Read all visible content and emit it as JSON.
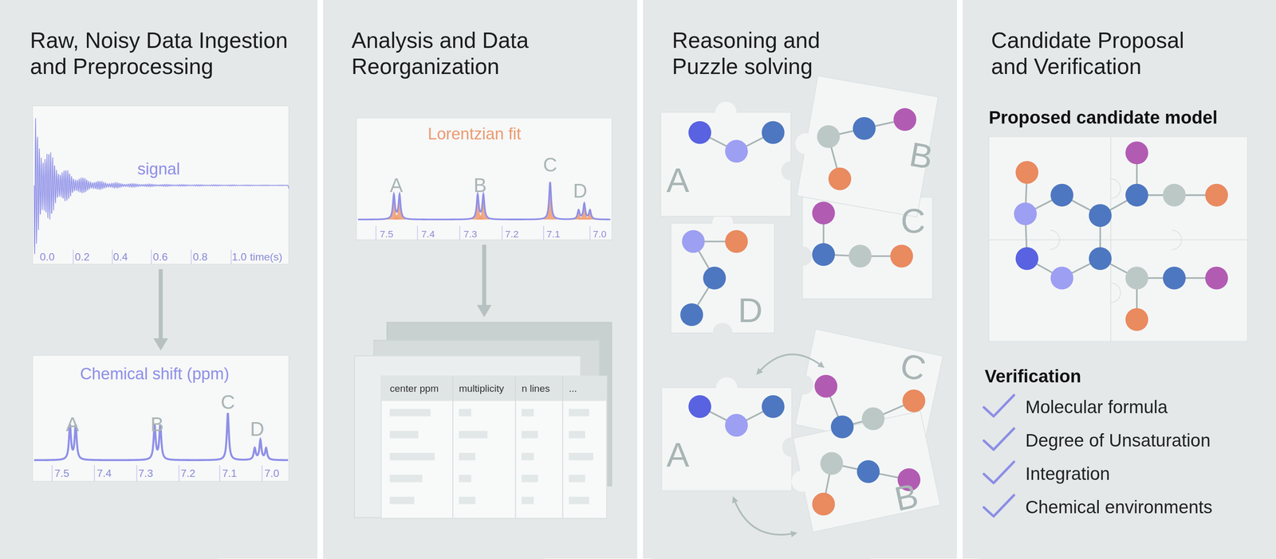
{
  "diagram": {
    "nodes": [
      {
        "text": [
          "Raw, Noisy Data Ingestion and Preprocessing"
        ]
      },
      {
        "text": [
          "signal"
        ],
        "in": 0
      },
      {
        "text": [
          "Chemical shift (ppm)"
        ],
        "in": 0
      },
      {
        "text": [
          "Analysis and Data Reorganization"
        ]
      },
      {
        "text": [
          "Lorentzian fit"
        ],
        "in": 3
      },
      {
        "text": [
          "center ppm",
          "multiplicity",
          "n lines",
          "..."
        ],
        "in": 3
      },
      {
        "text": [
          "Reasoning and Puzzle solving"
        ]
      },
      {
        "text": [
          "Candidate Proposal and Verification"
        ]
      }
    ],
    "edges": [
      {
        "from": 1,
        "to": 2,
        "arrow": "to"
      },
      {
        "from": 4,
        "to": 5,
        "arrow": "to"
      }
    ],
    "labels": [
      "0.0",
      "0.2",
      "0.4",
      "0.6",
      "0.8",
      "1.0",
      "time(s)",
      "A",
      "B",
      "C",
      "D",
      "7.5",
      "7.4",
      "7.3",
      "7.2",
      "7.1",
      "7.0",
      "A",
      "B",
      "C",
      "D",
      "7.5",
      "7.4",
      "7.3",
      "7.2",
      "7.1",
      "7.0",
      "A",
      "B",
      "C",
      "D",
      "A",
      "C",
      "B",
      "Proposed candidate model",
      "Verification",
      "Molecular formula",
      "Degree of Unsaturation",
      "Integration",
      "Chemical environments"
    ]
  }
}
